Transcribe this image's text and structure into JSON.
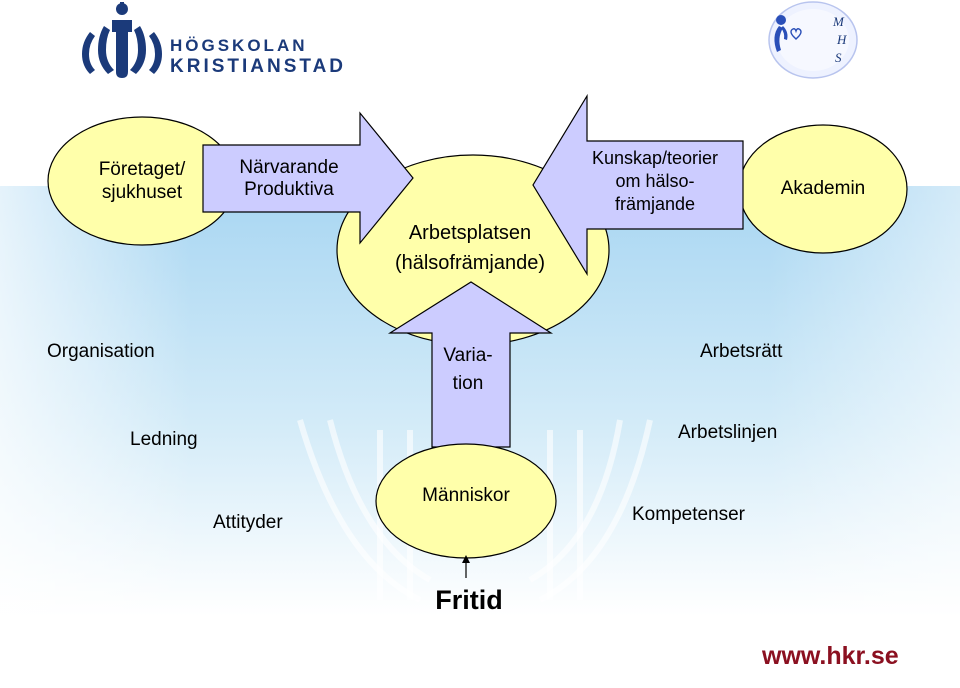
{
  "logo": {
    "line1": "HÖGSKOLAN",
    "line2": "KRISTIANSTAD",
    "mhs_letters": [
      "M",
      "H",
      "S"
    ]
  },
  "diagram": {
    "company": "Företaget/\nsjukhuset",
    "workplace": "Arbetsplatsen\n(hälsofrämjande)",
    "academy": "Akademin",
    "people": "Människor",
    "arrow_right": "Närvarande\nProduktiva",
    "arrow_left": "Kunskap/teorier\nom hälso-\nfrämjande",
    "arrow_up": "Varia-\ntion",
    "factors": {
      "organisation": "Organisation",
      "ledning": "Ledning",
      "attityder": "Attityder",
      "arbetsratt": "Arbetsrätt",
      "arbetslinjen": "Arbetslinjen",
      "kompetenser": "Kompetenser"
    },
    "fritid": "Fritid"
  },
  "footer": {
    "url": "www.hkr.se"
  },
  "colors": {
    "ellipse_fill": "#ffffaa",
    "arrow_fill": "#ccccff",
    "bg_blue": "#a9d4f0",
    "url_color": "#8b1020",
    "logo_blue": "#1b3a7a"
  }
}
